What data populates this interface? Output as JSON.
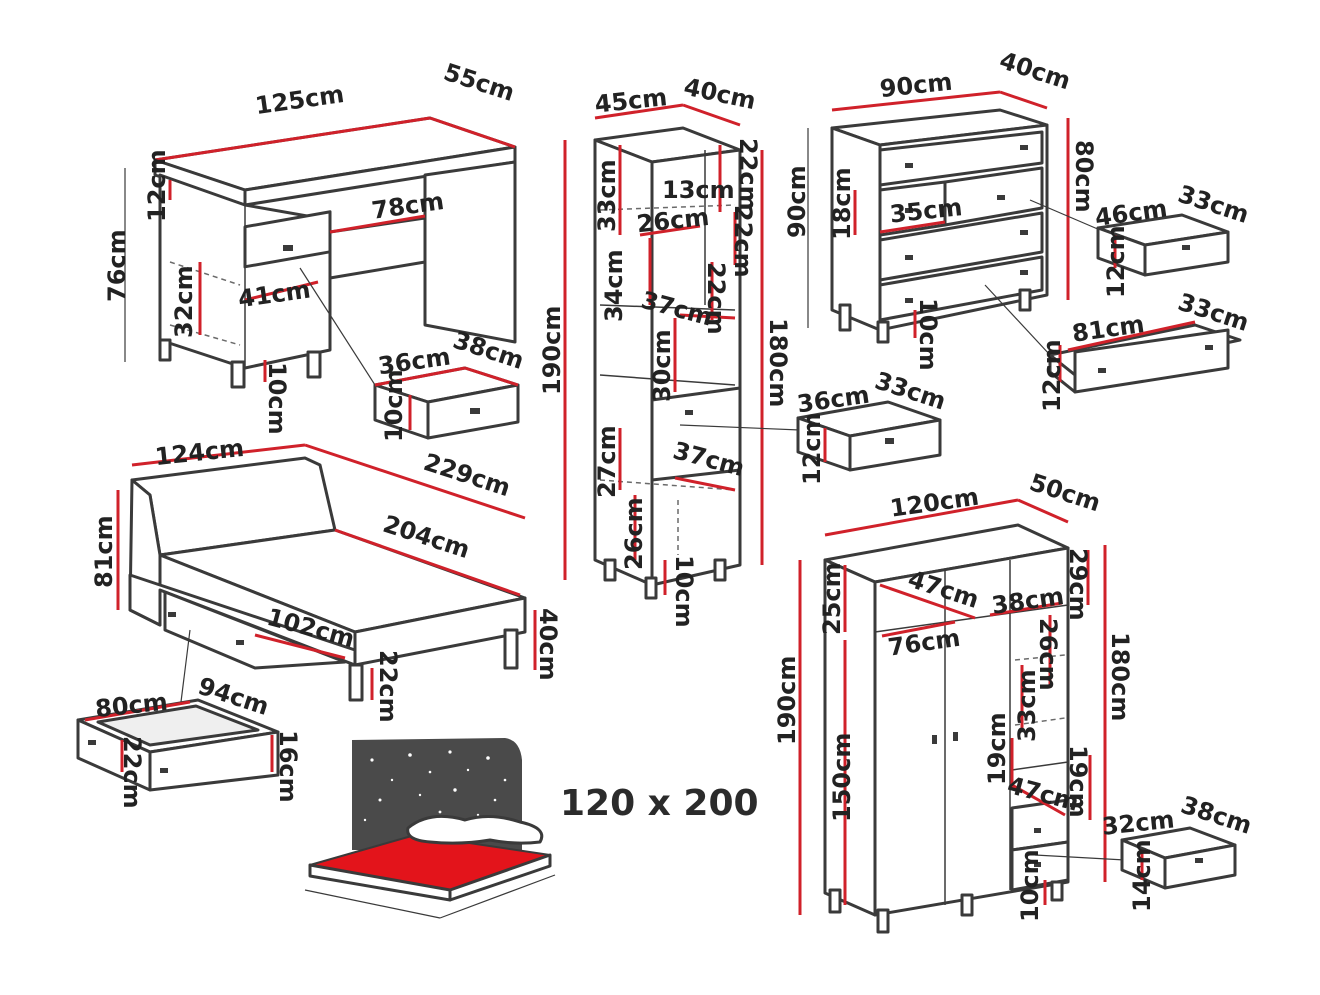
{
  "colors": {
    "dimension_line": "#d0212a",
    "outline": "#3a3a3a",
    "mattress": "#e3141b",
    "headboard": "#4a4a4a"
  },
  "desk": {
    "width": "125cm",
    "depth": "55cm",
    "height": "76cm",
    "top_gap": "12cm",
    "kneespace": "78cm",
    "cabinet": "41cm",
    "shelf": "32cm",
    "leg": "10cm",
    "drawer_w": "36cm",
    "drawer_d": "38cm",
    "drawer_h": "10cm"
  },
  "shelf_unit": {
    "width": "45cm",
    "depth": "40cm",
    "height": "190cm",
    "body": "180cm",
    "top_a": "33cm",
    "top_b": "22cm",
    "inner_w": "13cm",
    "inner_w2": "26cm",
    "inner_h": "22cm",
    "mid_a": "34cm",
    "mid_b": "22cm",
    "shelf_d": "37cm",
    "open": "30cm",
    "lower_d": "37cm",
    "lower_a": "27cm",
    "lower_b": "26cm",
    "leg": "10cm",
    "drawer_w": "36cm",
    "drawer_d": "33cm",
    "drawer_h": "12cm"
  },
  "dresser": {
    "width": "90cm",
    "depth": "40cm",
    "height": "90cm",
    "body": "80cm",
    "small_drawer_h": "18cm",
    "small_drawer_w": "35cm",
    "leg": "10cm",
    "small_w": "46cm",
    "small_d": "33cm",
    "small_h": "12cm",
    "big_w": "81cm",
    "big_d": "33cm",
    "big_h": "12cm"
  },
  "bed": {
    "width": "124cm",
    "length": "229cm",
    "height": "81cm",
    "inner_length": "204cm",
    "drawer_span": "102cm",
    "frame": "40cm",
    "leg": "22cm",
    "drawer_w": "80cm",
    "drawer_d": "94cm",
    "drawer_h1": "22cm",
    "drawer_h2": "16cm",
    "size_label": "120 x 200"
  },
  "wardrobe": {
    "width": "120cm",
    "depth": "50cm",
    "height": "190cm",
    "body": "180cm",
    "top": "29cm",
    "top_left": "25cm",
    "top_w": "47cm",
    "top_w2": "38cm",
    "rail": "76cm",
    "side_a": "26cm",
    "side_b": "33cm",
    "side_c": "19cm",
    "side_d": "19cm",
    "hang": "150cm",
    "drawer_inner": "47cm",
    "leg": "10cm",
    "drawer_w": "32cm",
    "drawer_d": "38cm",
    "drawer_h": "14cm"
  }
}
